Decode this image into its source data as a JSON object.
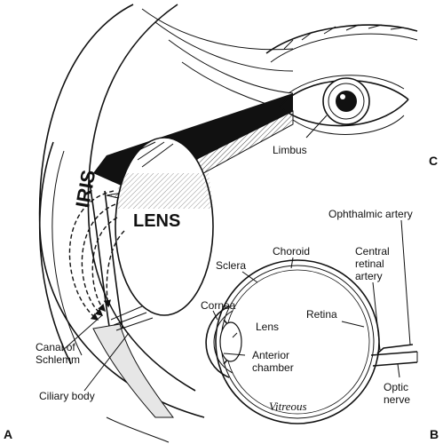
{
  "panels": {
    "a": "A",
    "b": "B",
    "c": "C"
  },
  "panel_a": {
    "iris_text": "IRIS",
    "lens_text": "LENS",
    "labels": {
      "canal_of_schlemm": [
        "Canal of",
        "Schlemm"
      ],
      "ciliary_body": "Ciliary body"
    }
  },
  "panel_b": {
    "labels": {
      "ophthalmic_artery": "Ophthalmic artery",
      "choroid": "Choroid",
      "sclera": "Sclera",
      "central_retinal_artery": [
        "Central",
        "retinal",
        "artery"
      ],
      "cornea": "Cornea",
      "retina": "Retina",
      "lens": "Lens",
      "anterior_chamber": [
        "Anterior",
        "chamber"
      ],
      "vitreous": "Vitreous",
      "optic_nerve": [
        "Optic",
        "nerve"
      ]
    }
  },
  "panel_c": {
    "labels": {
      "limbus": "Limbus"
    }
  }
}
